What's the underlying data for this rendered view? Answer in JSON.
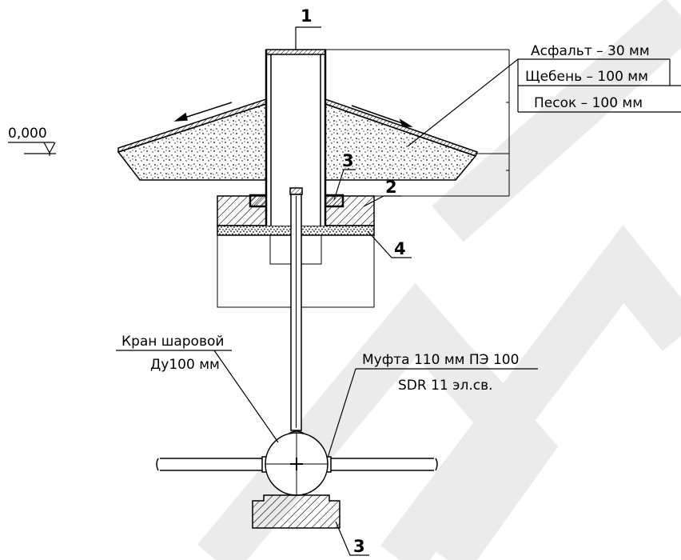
{
  "level_mark": "0,000",
  "callouts": {
    "pipe": "1",
    "base_slab": "2",
    "seal_top": "3",
    "support_bottom": "3",
    "sand_layer": "4"
  },
  "layers": {
    "asphalt": "Асфальт – 30 мм",
    "gravel": "Щебень – 100 мм",
    "sand": "Песок – 100 мм"
  },
  "valve": {
    "line1": "Кран шаровой",
    "line2": "Ду100 мм"
  },
  "coupling": {
    "line1": "Муфта 110 мм ПЭ 100",
    "line2": "SDR 11 эл.св."
  },
  "colors": {
    "ink": "#000000",
    "watermark": "#ebebeb"
  }
}
